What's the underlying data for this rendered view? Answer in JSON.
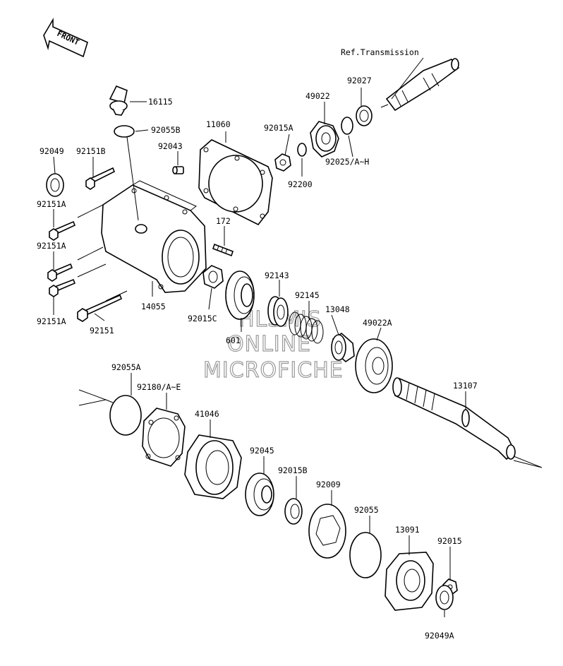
{
  "front_label": "FRONT",
  "watermark": [
    "HLSM'S",
    "ONLINE",
    "MICROFICHE"
  ],
  "labels": {
    "ref_transmission": "Ref.Transmission",
    "p16115": "16115",
    "p92055B": "92055B",
    "p11060": "11060",
    "p92015A": "92015A",
    "p49022": "49022",
    "p92027": "92027",
    "p92043": "92043",
    "p92200": "92200",
    "p92025": "92025/A~H",
    "p92049": "92049",
    "p92151B": "92151B",
    "p92151A_1": "92151A",
    "p92151A_2": "92151A",
    "p92151A_3": "92151A",
    "p92151": "92151",
    "p172": "172",
    "p14055": "14055",
    "p92015C": "92015C",
    "p92143": "92143",
    "p601": "601",
    "p92145": "92145",
    "p13048": "13048",
    "p49022A": "49022A",
    "p13107": "13107",
    "p92055A": "92055A",
    "p92180": "92180/A~E",
    "p41046": "41046",
    "p92045": "92045",
    "p92015B": "92015B",
    "p92009": "92009",
    "p92055": "92055",
    "p13091": "13091",
    "p92015": "92015",
    "p92049A": "92049A"
  }
}
